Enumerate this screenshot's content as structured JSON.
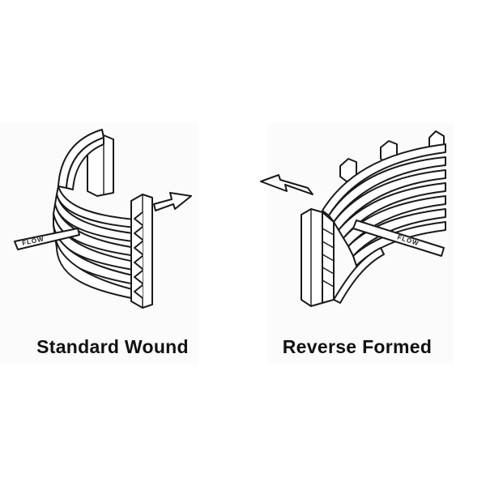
{
  "diagrams": [
    {
      "id": "standard-wound",
      "caption": "Standard Wound",
      "flow_label": "FLOW"
    },
    {
      "id": "reverse-formed",
      "caption": "Reverse Formed",
      "flow_label": "FLOW"
    }
  ],
  "colors": {
    "line": "#1a1a1a",
    "fill": "#ffffff",
    "text": "#111111"
  }
}
